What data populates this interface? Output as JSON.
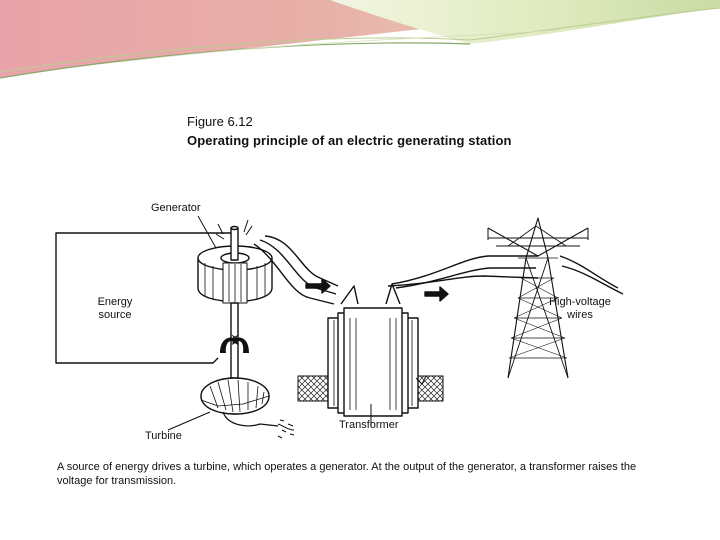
{
  "figure": {
    "number": "Figure 6.12",
    "title": "Operating principle of an electric generating station",
    "caption": "A source of energy drives a turbine, which operates a generator. At the output of the generator, a transformer raises the voltage for transmission."
  },
  "labels": {
    "generator": "Generator",
    "energy_source_line1": "Energy",
    "energy_source_line2": "source",
    "high_voltage_line1": "High-voltage",
    "high_voltage_line2": "wires",
    "turbine": "Turbine",
    "transformer": "Transformer"
  },
  "colors": {
    "ink": "#111111",
    "header_pink": "#e8a2a8",
    "header_green": "#d9e4b4",
    "header_line": "#8aa86a"
  }
}
